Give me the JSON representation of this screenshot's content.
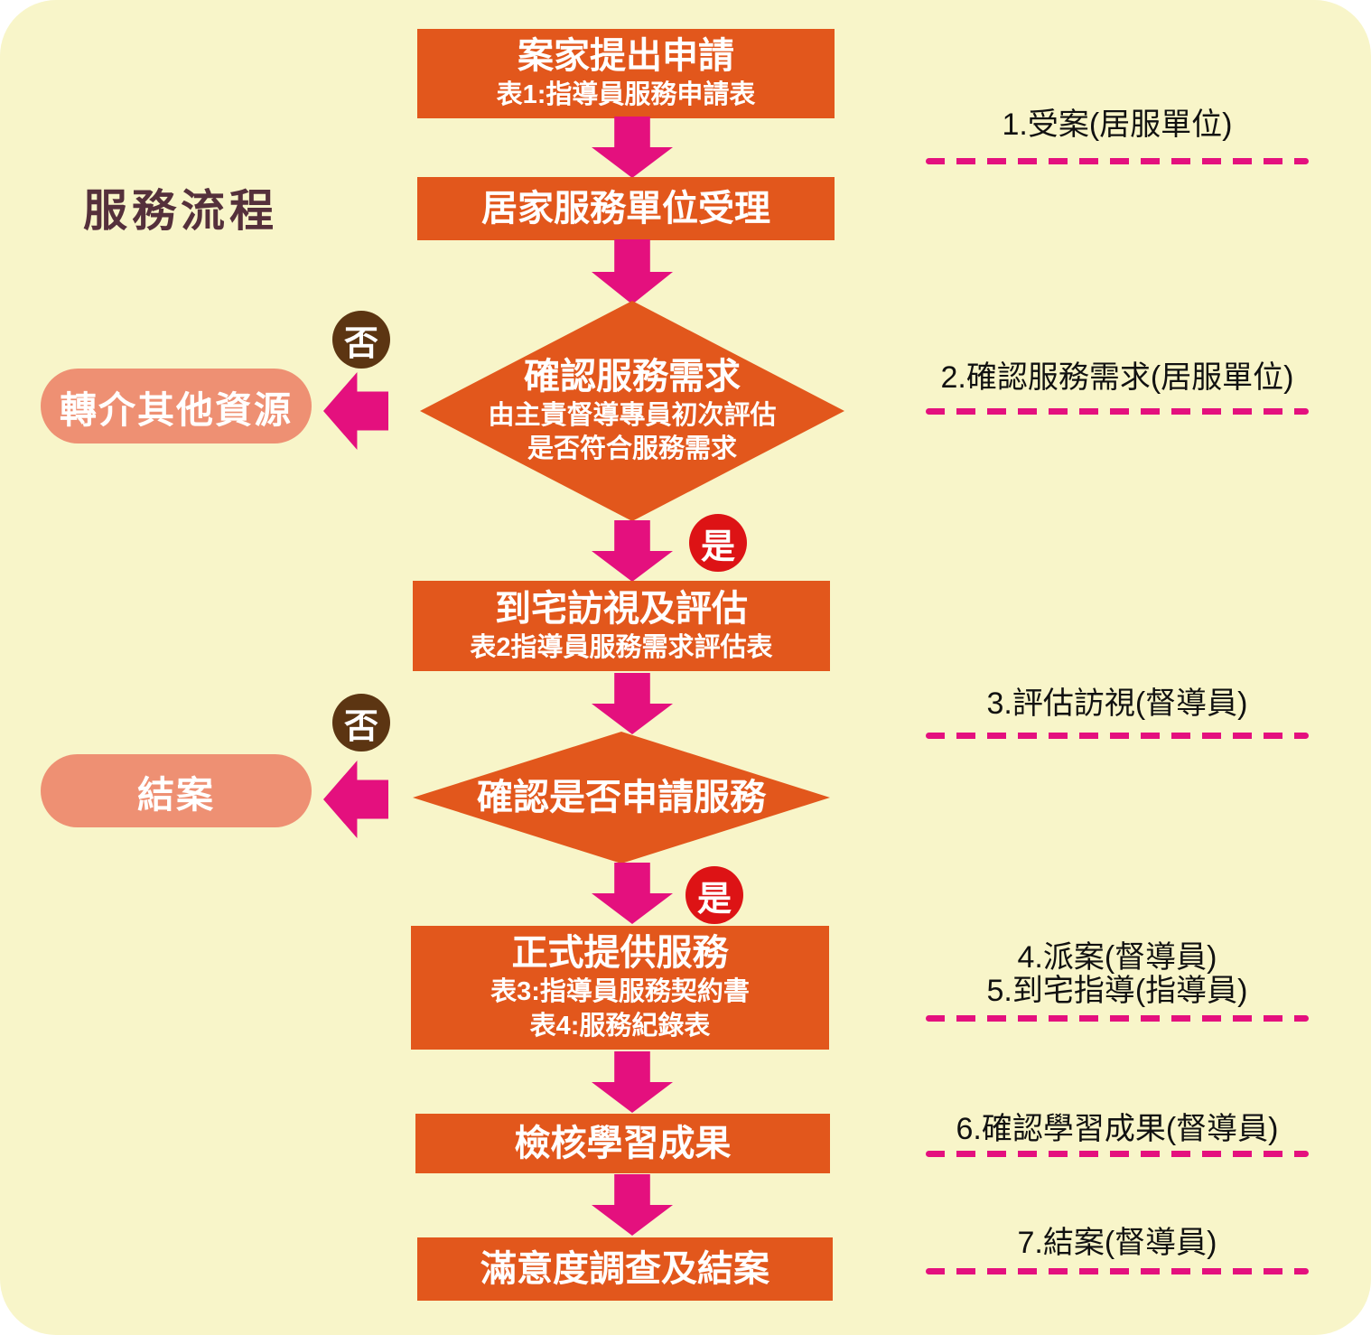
{
  "title": "服務流程",
  "colors": {
    "background": "#f8f5c9",
    "box_orange": "#e2571c",
    "arrow_magenta": "#e4107e",
    "pill_salmon": "#ee9073",
    "no_badge_brown": "#5c3512",
    "yes_badge_red": "#dd1315",
    "title_maroon": "#55303b",
    "annotation_text": "#111111"
  },
  "decision_labels": {
    "no": "否",
    "yes": "是"
  },
  "flow": {
    "box1": {
      "title": "案家提出申請",
      "subtitle": "表1:指導員服務申請表"
    },
    "box2": {
      "title": "居家服務單位受理"
    },
    "diamond1": {
      "title": "確認服務需求",
      "line2": "由主責督導專員初次評估",
      "line3": "是否符合服務需求"
    },
    "box3": {
      "title": "到宅訪視及評估",
      "subtitle": "表2指導員服務需求評估表"
    },
    "diamond2": {
      "title": "確認是否申請服務"
    },
    "box4": {
      "title": "正式提供服務",
      "subtitle1": "表3:指導員服務契約書",
      "subtitle2": "表4:服務紀錄表"
    },
    "box5": {
      "title": "檢核學習成果"
    },
    "box6": {
      "title": "滿意度調查及結案"
    }
  },
  "side_outcomes": {
    "referral": "轉介其他資源",
    "close_case": "結案"
  },
  "annotations": [
    {
      "lines": [
        "1.受案(居服單位)"
      ]
    },
    {
      "lines": [
        "2.確認服務需求(居服單位)"
      ]
    },
    {
      "lines": [
        "3.評估訪視(督導員)"
      ]
    },
    {
      "lines": [
        "4.派案(督導員)",
        "5.到宅指導(指導員)"
      ]
    },
    {
      "lines": [
        "6.確認學習成果(督導員)"
      ]
    },
    {
      "lines": [
        "7.結案(督導員)"
      ]
    }
  ]
}
